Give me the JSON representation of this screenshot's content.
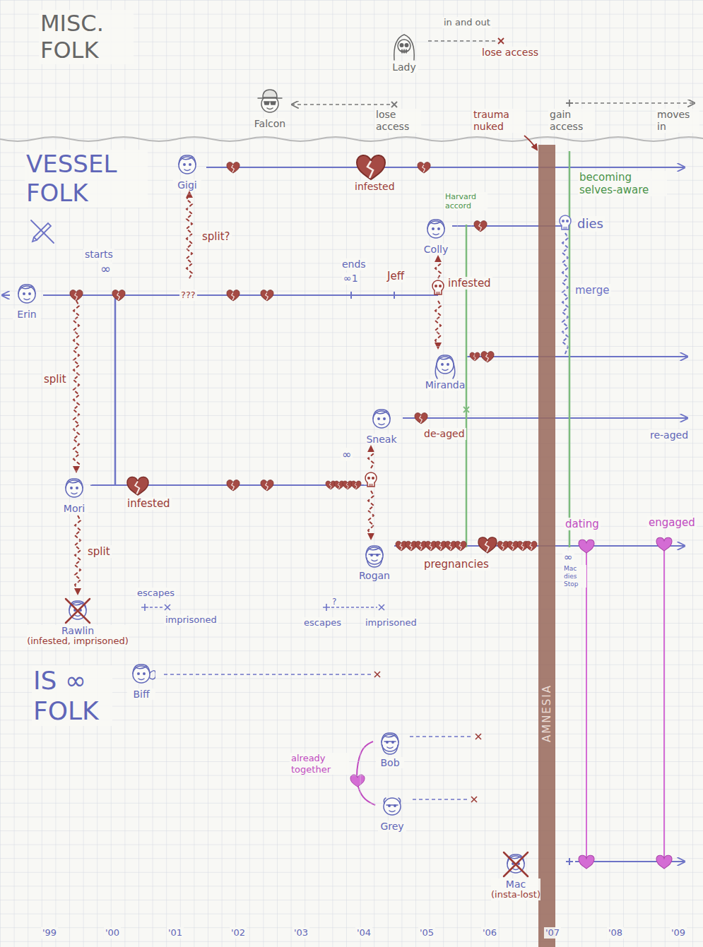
{
  "diagram": {
    "nodes": [
      {
        "text": [
          "Lady"
        ]
      },
      {
        "text": [
          "Falcon"
        ]
      },
      {
        "text": [
          "Gigi"
        ]
      },
      {
        "text": [
          "Colly"
        ]
      },
      {
        "text": [
          "Erin"
        ]
      },
      {
        "text": [
          "Miranda"
        ]
      },
      {
        "text": [
          "Sneak"
        ]
      },
      {
        "text": [
          "Mori"
        ]
      },
      {
        "text": [
          "Rogan"
        ]
      },
      {
        "text": [
          "Rawlin",
          "(infested, imprisoned)"
        ]
      },
      {
        "text": [
          "Biff"
        ]
      },
      {
        "text": [
          "Bob"
        ]
      },
      {
        "text": [
          "Grey"
        ]
      },
      {
        "text": [
          "Mac",
          "(insta-lost)"
        ]
      }
    ],
    "edges": [
      {
        "from": 4,
        "to": 7,
        "label": "split",
        "arrow": "to"
      },
      {
        "from": 7,
        "to": 9,
        "label": "split",
        "arrow": "to"
      },
      {
        "from": 4,
        "to": 2,
        "label": "split?",
        "arrow": "to"
      },
      {
        "from": 4,
        "to": 3,
        "arrow": "to"
      },
      {
        "from": 4,
        "to": 5,
        "arrow": "to"
      },
      {
        "from": 7,
        "to": 6,
        "arrow": "to"
      },
      {
        "from": 7,
        "to": 8,
        "arrow": "to"
      },
      {
        "from": 3,
        "to": 5,
        "label": "merge",
        "arrow": "none"
      },
      {
        "from": 11,
        "to": 12,
        "label": "already together",
        "arrow": "none"
      }
    ],
    "labels": [
      "MISC. FOLK",
      "in and out",
      "lose access",
      "lose access",
      "gain access",
      "moves in",
      "trauma nuked",
      "VESSEL FOLK",
      "infested",
      "becoming selves-aware",
      "Harvard accord",
      "dies",
      "starts",
      "∞",
      "ends",
      "∞1",
      "Jeff",
      "???",
      "infested",
      "de-aged",
      "re-aged",
      "∞",
      "infested",
      "dating",
      "engaged",
      "pregnancies",
      "∞",
      "Mac dies Stop",
      "escapes",
      "imprisoned",
      "?",
      "escapes",
      "imprisoned",
      "IS ∞ FOLK",
      "AMNESIA",
      "'99",
      "'00",
      "'01",
      "'02",
      "'03",
      "'04",
      "'05",
      "'06",
      "'07",
      "'08",
      "'09"
    ]
  }
}
